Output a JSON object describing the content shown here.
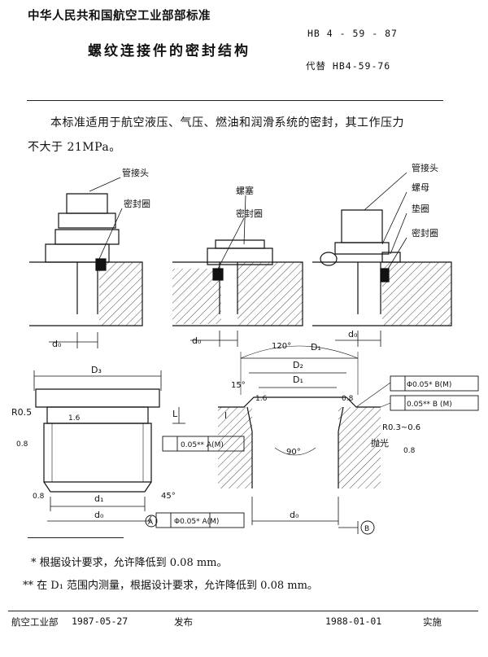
{
  "header": {
    "organization": "中华人民共和国航空工业部部标准",
    "title": "螺纹连接件的密封结构",
    "standard_code": "HB 4 - 59 - 87",
    "replaces": "代替 HB4-59-76"
  },
  "intro": {
    "line1": "本标准适用于航空液压、气压、燃油和润滑系统的密封，其工作压力",
    "line2": "不大于 21MPa。"
  },
  "figure_labels": {
    "pipe_joint": "管接头",
    "seal_ring": "密封圈",
    "plug": "螺塞",
    "nut": "螺母",
    "washer": "垫圈",
    "d0": "d₀",
    "d1": "d₁",
    "D1": "D₁",
    "D2": "D₂",
    "D3": "D₃",
    "angle120": "120°",
    "angle90": "90°",
    "angle45": "45°",
    "angle15": "15°",
    "R05": "R0.5",
    "R03_06": "R0.3~0.6",
    "polish": "抛光",
    "ra16a": "1.6",
    "ra16b": "1.6",
    "ra08a": "0.8",
    "ra08b": "0.8",
    "ra08c": "0.8",
    "ra08d": "0.8",
    "L": "L",
    "depth_l": "l",
    "datum_a": "A",
    "datum_b": "B",
    "tol_perp_left": "0.05** A(M)",
    "tol_pos_left": "Φ0.05* A(M)",
    "tol_pos_right": "Φ0.05* B(M)",
    "tol_perp_right": "0.05** B (M)"
  },
  "footnotes": {
    "fn1": "* 根据设计要求，允许降低到 0.08 mm。",
    "fn2": "** 在 D₁ 范围内测量，根据设计要求，允许降低到 0.08 mm。"
  },
  "footer": {
    "issuer": "航空工业部",
    "issue_date": "1987-05-27",
    "issue_label": "发布",
    "impl_date": "1988-01-01",
    "impl_label": "实施"
  }
}
